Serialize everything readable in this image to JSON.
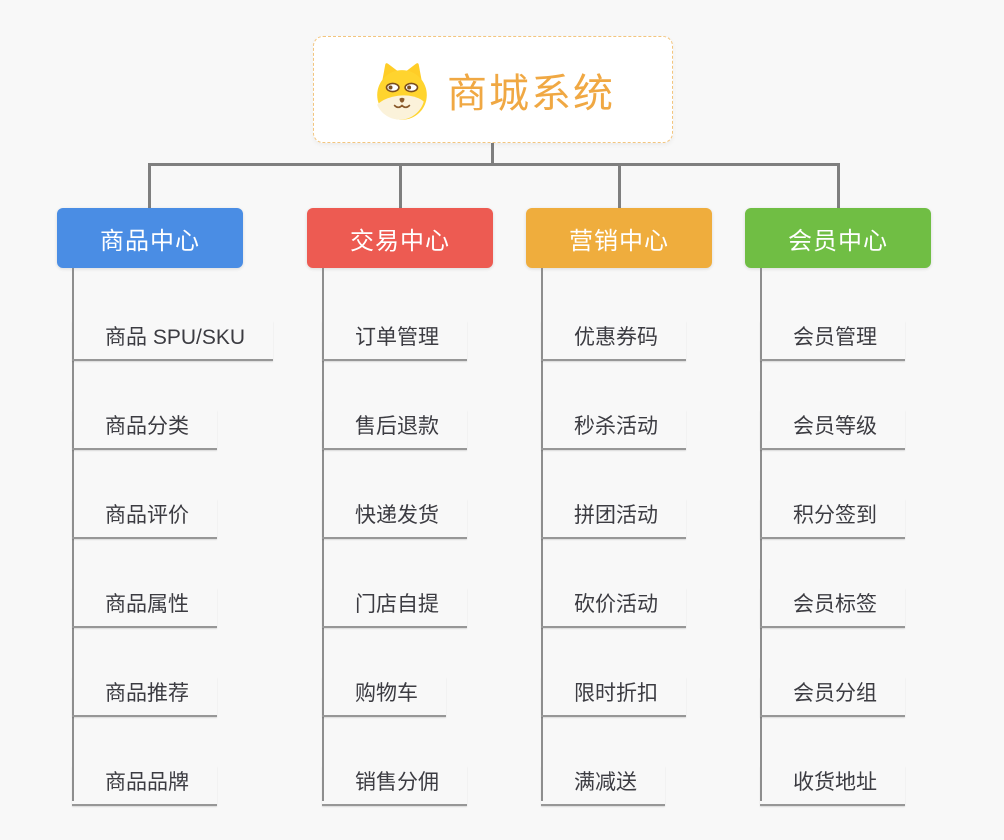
{
  "root": {
    "title": "商城系统",
    "icon": "dog-face-icon",
    "accent_color": "#F0A843",
    "border_color": "#F3C57E"
  },
  "connector_color": "#7F7F7F",
  "leaf_text_color": "#3C3C42",
  "branches": [
    {
      "label": "商品中心",
      "color": "#4A8DE4",
      "items": [
        "商品 SPU/SKU",
        "商品分类",
        "商品评价",
        "商品属性",
        "商品推荐",
        "商品品牌"
      ]
    },
    {
      "label": "交易中心",
      "color": "#ED5B52",
      "items": [
        "订单管理",
        "售后退款",
        "快递发货",
        "门店自提",
        "购物车",
        "销售分佣"
      ]
    },
    {
      "label": "营销中心",
      "color": "#EFAD3D",
      "items": [
        "优惠券码",
        "秒杀活动",
        "拼团活动",
        "砍价活动",
        "限时折扣",
        "满减送"
      ]
    },
    {
      "label": "会员中心",
      "color": "#70BE44",
      "items": [
        "会员管理",
        "会员等级",
        "积分签到",
        "会员标签",
        "会员分组",
        "收货地址"
      ]
    }
  ]
}
